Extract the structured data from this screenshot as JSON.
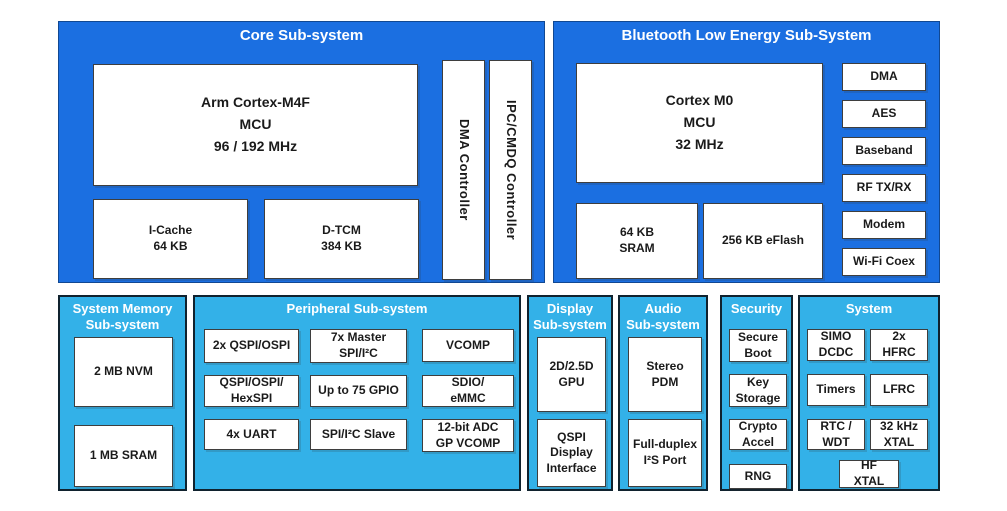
{
  "colors": {
    "dark_blue": "#1B6FE1",
    "light_blue": "#33B1E8",
    "box_border": "#3E3E3E",
    "container_border": "#10222E"
  },
  "core": {
    "title": "Core Sub-system",
    "cpu": "Arm Cortex-M4F\nMCU\n96 / 192 MHz",
    "icache": "I-Cache\n64 KB",
    "dtcm": "D-TCM\n384 KB",
    "dma": "DMA Controller",
    "ipc": "IPC/CMDQ Controller"
  },
  "ble": {
    "title": "Bluetooth Low Energy Sub-System",
    "cpu": "Cortex M0\nMCU\n32 MHz",
    "sram": "64 KB\nSRAM",
    "eflash": "256 KB eFlash",
    "side": [
      "DMA",
      "AES",
      "Baseband",
      "RF TX/RX",
      "Modem",
      "Wi-Fi Coex"
    ]
  },
  "memory": {
    "title": "System Memory\nSub-system",
    "nvm": "2 MB NVM",
    "sram": "1 MB SRAM"
  },
  "peripheral": {
    "title": "Peripheral Sub-system",
    "cells": [
      "2x QSPI/OSPI",
      "7x Master\nSPI/I²C",
      "VCOMP",
      "QSPI/OSPI/\nHexSPI",
      "Up to 75 GPIO",
      "SDIO/\neMMC",
      "4x UART",
      "SPI/I²C Slave",
      "12-bit ADC\nGP VCOMP"
    ]
  },
  "display": {
    "title": "Display\nSub-system",
    "gpu": "2D/2.5D\nGPU",
    "qspi": "QSPI\nDisplay\nInterface"
  },
  "audio": {
    "title": "Audio\nSub-system",
    "pdm": "Stereo\nPDM",
    "i2s": "Full-duplex\nI²S Port"
  },
  "security": {
    "title": "Security",
    "items": [
      "Secure\nBoot",
      "Key\nStorage",
      "Crypto\nAccel",
      "RNG"
    ]
  },
  "system": {
    "title": "System",
    "cells": [
      "SIMO\nDCDC",
      "2x\nHFRC",
      "Timers",
      "LFRC",
      "RTC /\nWDT",
      "32 kHz\nXTAL"
    ],
    "hf_xtal": "HF\nXTAL"
  }
}
